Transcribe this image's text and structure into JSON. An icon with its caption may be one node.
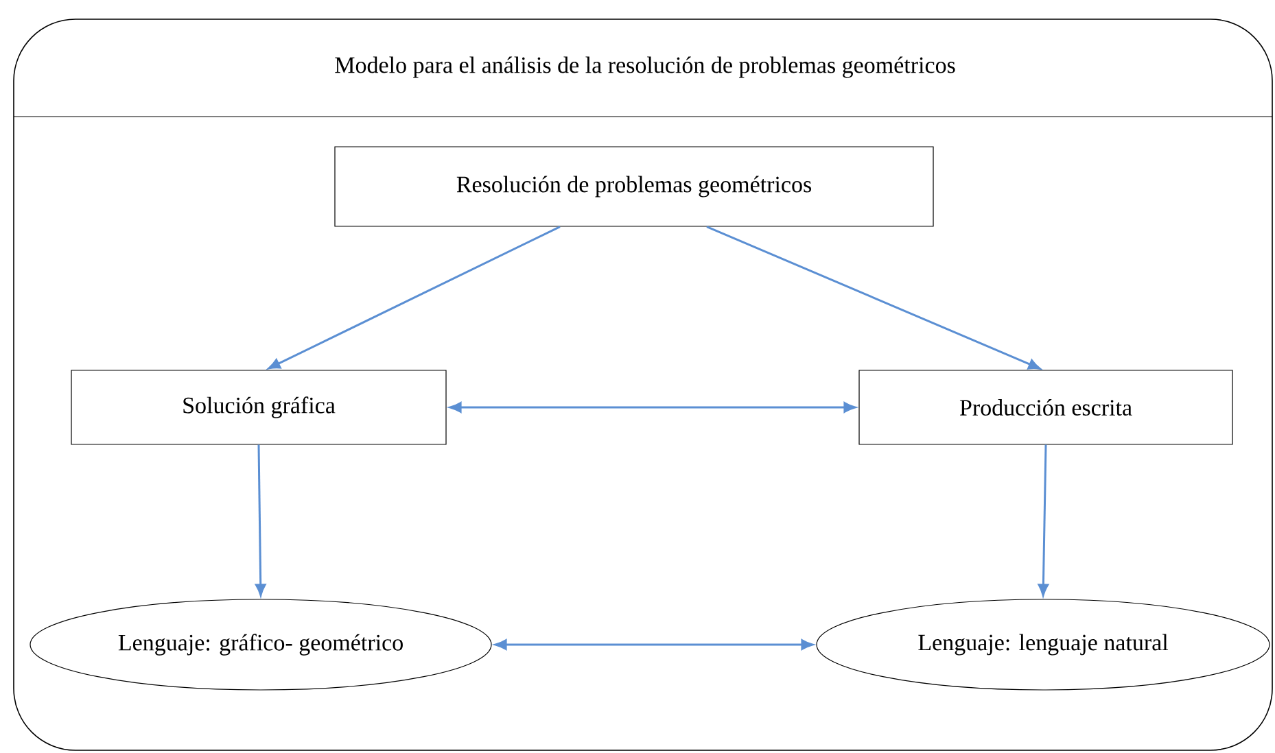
{
  "diagram": {
    "nodes": [
      {
        "text": [
          "Modelo para el análisis de la resolución de problemas geométricos"
        ]
      },
      {
        "text": [
          "Resolución de problemas geométricos"
        ],
        "in": 0
      },
      {
        "text": [
          "Solución gráfica"
        ],
        "in": 0
      },
      {
        "text": [
          "Producción escrita"
        ],
        "in": 0
      },
      {
        "text": [
          "Lenguaje: gráfico- geométrico"
        ],
        "in": 0
      },
      {
        "text": [
          "Lenguaje: lenguaje natural"
        ],
        "in": 0
      }
    ],
    "edges": [
      {
        "from": 1,
        "to": 2,
        "arrow": "to"
      },
      {
        "from": 1,
        "to": 3,
        "arrow": "to"
      },
      {
        "from": 2,
        "to": 3,
        "arrow": "both"
      },
      {
        "from": 2,
        "to": 4,
        "arrow": "to"
      },
      {
        "from": 3,
        "to": 5,
        "arrow": "to"
      },
      {
        "from": 4,
        "to": 5,
        "arrow": "both"
      }
    ]
  }
}
